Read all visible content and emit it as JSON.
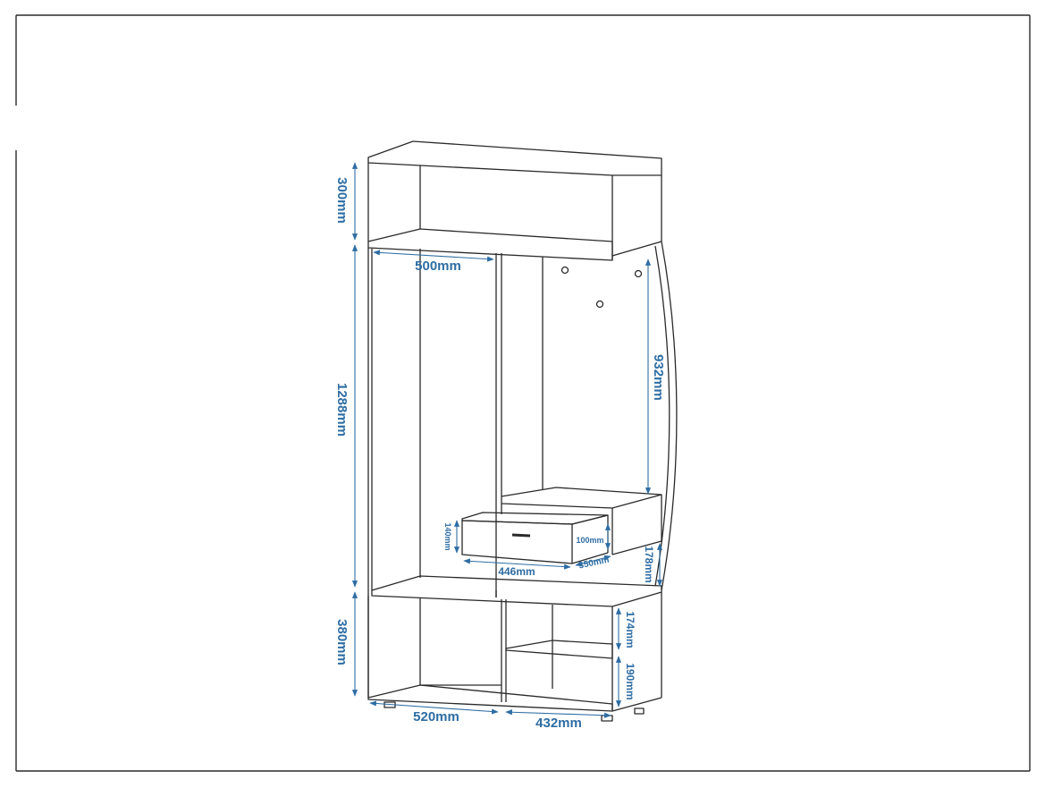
{
  "colors": {
    "line": "#2a2a2a",
    "dimension": "#2e6da4",
    "background": "#ffffff"
  },
  "dimensions": {
    "top_height": "300mm",
    "middle_height": "1288mm",
    "bottom_height": "380mm",
    "hanging_width": "500mm",
    "upper_right_height": "932mm",
    "drawer_height": "140mm",
    "drawer_width": "446mm",
    "drawer_inner_height": "100mm",
    "drawer_depth": "350mm",
    "drawer_gap": "178mm",
    "shelf_upper": "174mm",
    "shelf_lower": "190mm",
    "bottom_left_width": "520mm",
    "bottom_right_width": "432mm"
  }
}
